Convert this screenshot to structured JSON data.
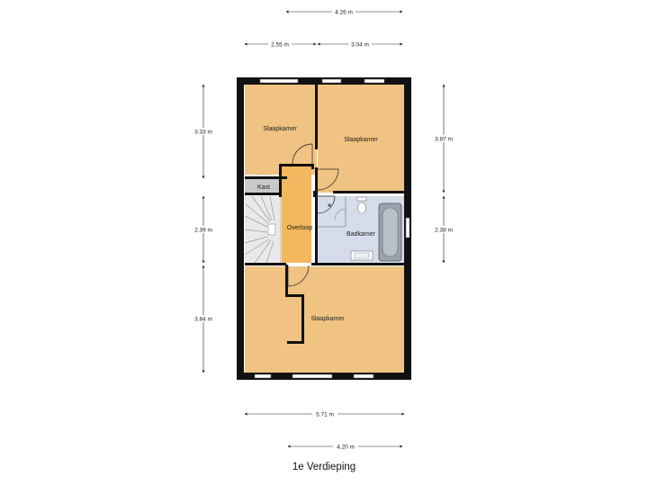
{
  "title": "1e Verdieping",
  "dimensions": {
    "top_total": "4.26 m",
    "top_left": "2.55 m",
    "top_right": "3.04 m",
    "left_top": "3.33 m",
    "left_mid": "2.39 m",
    "left_bottom": "3.84 m",
    "right_top": "3.87 m",
    "right_mid": "2.38 m",
    "bottom_total": "5.71 m",
    "bottom_inner": "4.20 m"
  },
  "rooms": {
    "bedroom_nw": "Slaapkamer",
    "bedroom_ne": "Slaapkamer",
    "closet": "Kast",
    "landing": "Overloop",
    "bathroom": "Badkamer",
    "bedroom_south": "Slaapkamer"
  },
  "colors": {
    "room_floor": "#f0c382",
    "landing_floor": "#f3b75f",
    "bathroom_floor": "#d6dcec",
    "closet_floor": "#c9c9c9",
    "wall": "#111111"
  }
}
